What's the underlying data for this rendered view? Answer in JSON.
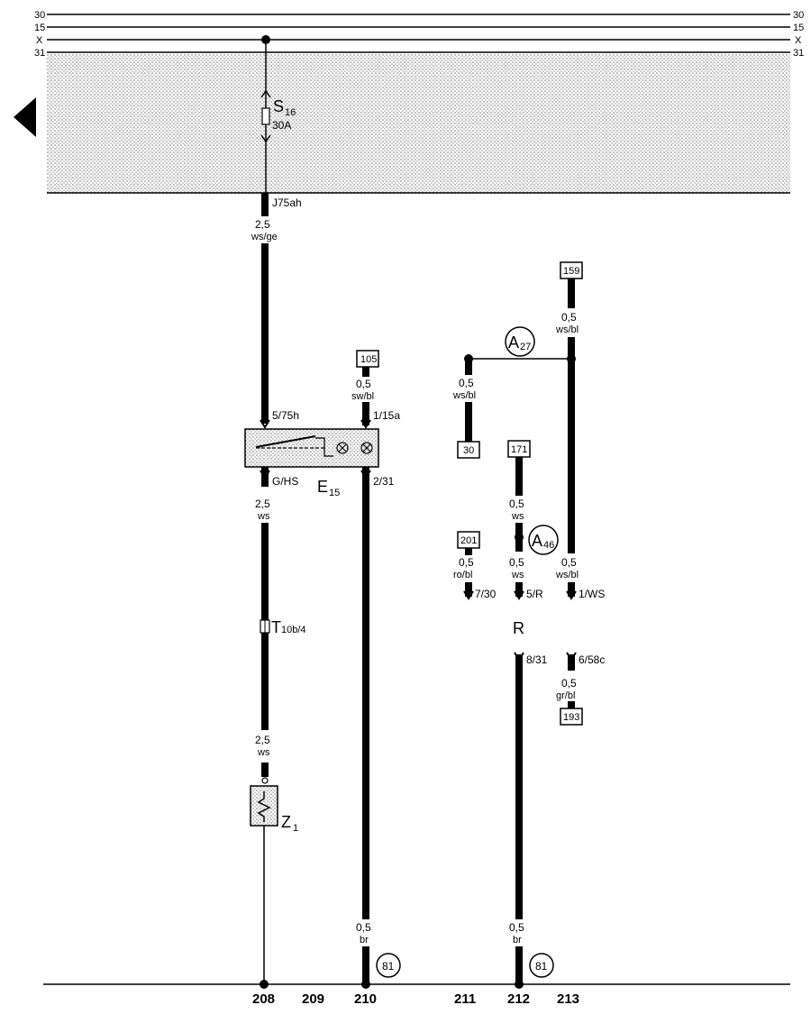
{
  "bus": {
    "rails": [
      {
        "left": "30",
        "right": "30"
      },
      {
        "left": "15",
        "right": "15"
      },
      {
        "left": "X",
        "right": "X"
      },
      {
        "left": "31",
        "right": "31"
      }
    ]
  },
  "fuse": {
    "name": "S",
    "sub": "16",
    "rating": "30A"
  },
  "connectors": {
    "j75": "J75ah",
    "e15_in": "5/75h",
    "e15_out": "G/HS",
    "e15_in2": "1/15a",
    "e15_out2": "2/31",
    "t10": "T",
    "t10_sub": "10b/4",
    "r_730": "7/30",
    "r_5r": "5/R",
    "r_1ws": "1/WS",
    "r_831": "8/31",
    "r_658": "6/58c"
  },
  "wires": {
    "w1_size": "2,5",
    "w1_color": "ws/ge",
    "w2_size": "2,5",
    "w2_color": "ws",
    "w3_size": "2,5",
    "w3_color": "ws",
    "w105_size": "0,5",
    "w105_color": "sw/bl",
    "w210_size": "0,5",
    "w210_color": "br",
    "w212_size": "0,5",
    "w212_color": "br",
    "w30_size": "0,5",
    "w30_color": "ws/bl",
    "w159_size": "0,5",
    "w159_color": "ws/bl",
    "w171_size": "0,5",
    "w171_color": "ws",
    "w201_size": "0,5",
    "w201_color": "ro/bl",
    "w5r_size": "0,5",
    "w5r_color": "ws",
    "w1ws_size": "0,5",
    "w1ws_color": "ws/bl",
    "w193_size": "0,5",
    "w193_color": "gr/bl"
  },
  "refs": {
    "r105": "105",
    "r159": "159",
    "r30": "30",
    "r171": "171",
    "r201": "201",
    "r193": "193"
  },
  "circles": {
    "a27": "A",
    "a27_sub": "27",
    "a46": "A",
    "a46_sub": "46",
    "g81a": "81",
    "g81b": "81"
  },
  "components": {
    "e15": "E",
    "e15_sub": "15",
    "z1": "Z",
    "z1_sub": "1",
    "relay": "R"
  },
  "footer": {
    "tracks": [
      "208",
      "209",
      "210",
      "211",
      "212",
      "213"
    ]
  }
}
